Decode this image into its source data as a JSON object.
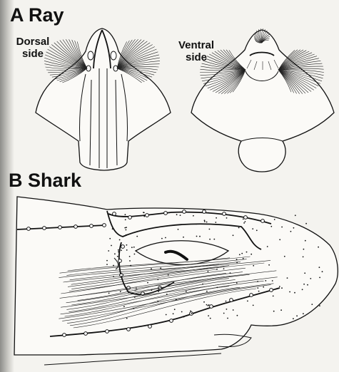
{
  "panel_a": {
    "title": "A Ray",
    "dorsal_label_line1": "Dorsal",
    "dorsal_label_line2": "side",
    "ventral_label_line1": "Ventral",
    "ventral_label_line2": "side"
  },
  "panel_b": {
    "title": "B Shark"
  },
  "colors": {
    "ink": "#111111",
    "paper": "#f4f3ef"
  }
}
